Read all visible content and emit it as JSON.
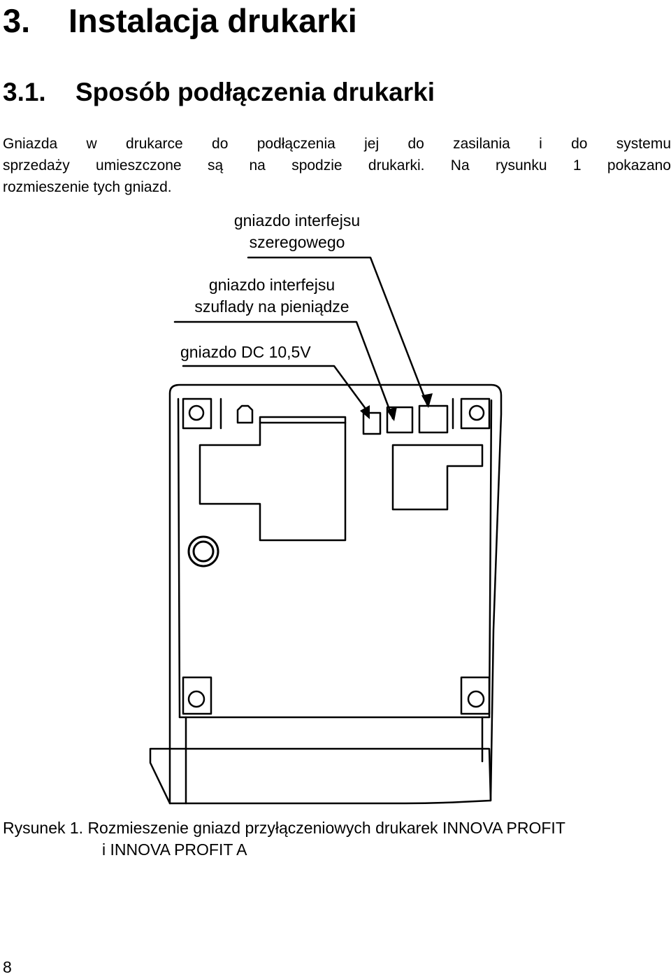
{
  "heading": {
    "number": "3.",
    "title": "Instalacja drukarki"
  },
  "subheading": {
    "number": "3.1.",
    "title": "Sposób podłączenia drukarki"
  },
  "paragraph": {
    "lines": [
      "Gniazda w drukarce do podłączenia jej do zasilania i do systemu",
      "sprzedaży umieszczone są na spodzie drukarki. Na rysunku 1 pokazano",
      "rozmieszenie tych gniazd."
    ]
  },
  "figure": {
    "labels": {
      "serial_line1": "gniazdo interfejsu",
      "serial_line2": "szeregowego",
      "drawer_line1": "gniazdo interfejsu",
      "drawer_line2": "szuflady na pieniądze",
      "dc": "gniazdo DC 10,5V"
    }
  },
  "caption": {
    "line1": "Rysunek 1. Rozmieszenie gniazd przyłączeniowych drukarek INNOVA PROFIT",
    "line2": "i INNOVA PROFIT A"
  },
  "page_number": "8"
}
